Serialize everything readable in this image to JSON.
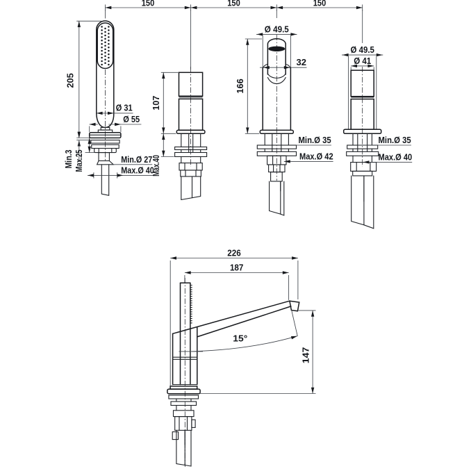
{
  "drawing": {
    "type": "technical-dimension-drawing",
    "subject": "4-hole deck mounted bath mixer set",
    "background_color": "#ffffff",
    "line_color": "#17191d",
    "text_color": "#14171c"
  },
  "top_view": {
    "spacing_dims": {
      "d1": "150",
      "d2": "150",
      "d3": "150"
    },
    "hand_shower": {
      "height": "205",
      "handle_diameter": "Ø 31",
      "flange_diameter": "Ø 55",
      "deck_min_thickness": "Min.3",
      "deck_max_thickness": "Max.25",
      "hole_min": "Min.Ø 27",
      "hole_max": "Max.Ø 40"
    },
    "handle_left": {
      "height": "107",
      "deck_max_thickness": "Max.40"
    },
    "spout": {
      "outer_diameter": "Ø 49.5",
      "nose_diameter": "32",
      "height": "166",
      "hole_min": "Min.Ø 35",
      "hole_max": "Max.Ø 42"
    },
    "handle_right": {
      "outer_diameter": "Ø 49.5",
      "body_diameter": "Ø 41",
      "hole_min": "Min.Ø 35",
      "hole_max": "Max.Ø 40"
    }
  },
  "side_view": {
    "overall_reach": "226",
    "spout_reach": "187",
    "spout_angle": "15°",
    "spout_height": "147"
  }
}
